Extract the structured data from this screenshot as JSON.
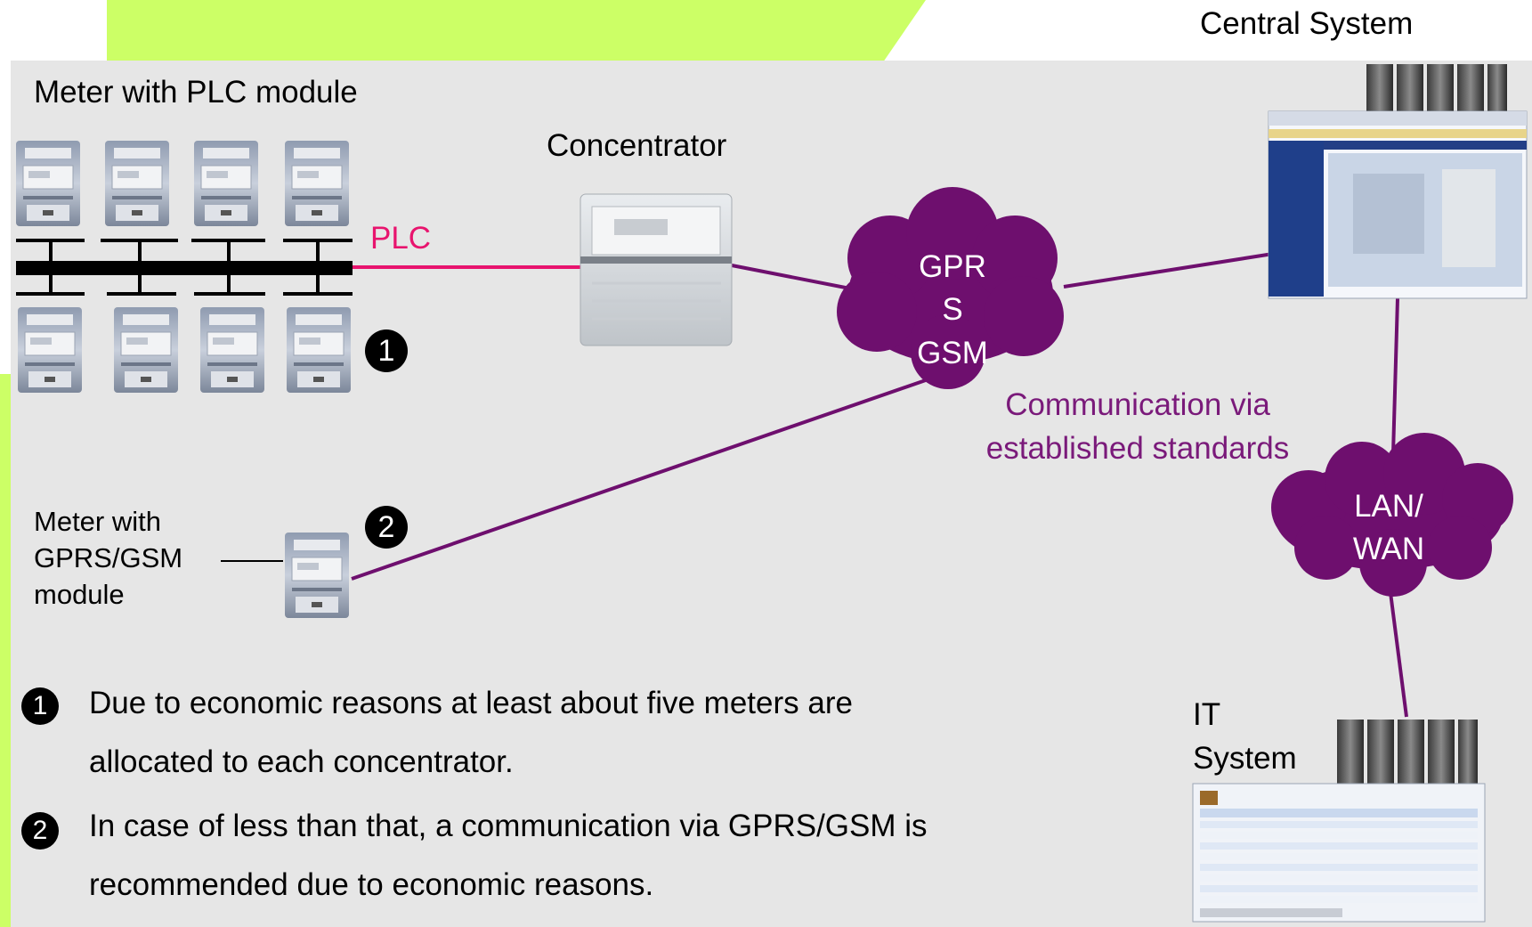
{
  "colors": {
    "background_panel": "#e6e6e6",
    "accent_green": "#ccff66",
    "plc_line": "#e8146e",
    "network_line": "#6e0f6e",
    "cloud_fill": "#6e0f6e",
    "callout_text": "#7a1a7a"
  },
  "labels": {
    "central_system": "Central System",
    "meter_plc_module": "Meter with PLC module",
    "concentrator": "Concentrator",
    "plc": "PLC",
    "gprs_cloud_line1": "GPR",
    "gprs_cloud_line2": "S",
    "gprs_cloud_line3": "GSM",
    "communication_line1": "Communication via",
    "communication_line2": "established standards",
    "lan_wan_line1": "LAN/",
    "lan_wan_line2": "WAN",
    "meter_gprs_line1": "Meter with",
    "meter_gprs_line2": "GPRS/GSM",
    "meter_gprs_line3": "module",
    "it_system_line1": "IT",
    "it_system_line2": "System"
  },
  "badges": {
    "one": "1",
    "two": "2"
  },
  "notes": [
    {
      "number": "1",
      "line1": "Due to economic reasons at least about five meters are",
      "line2": "allocated to each concentrator."
    },
    {
      "number": "2",
      "line1": "In case of less than that, a communication via GPRS/GSM is",
      "line2": "recommended due to economic reasons."
    }
  ],
  "icons": {
    "meter": "electricity-meter-icon",
    "concentrator": "concentrator-device-icon",
    "server": "server-rack-icon",
    "screen": "application-screen-icon",
    "cloud": "network-cloud-icon"
  }
}
